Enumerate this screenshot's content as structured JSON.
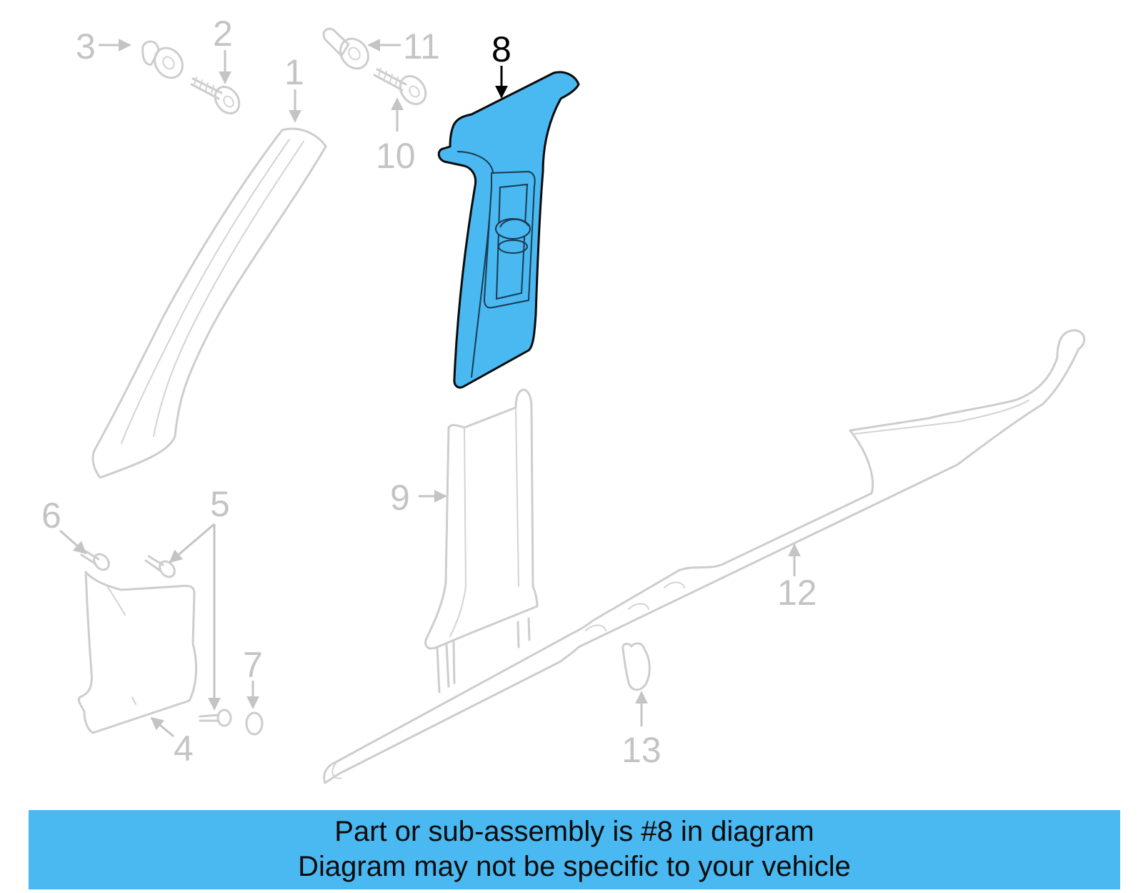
{
  "diagram": {
    "highlight_color": "#4ab8f1",
    "ghost_color": "#cdcdcd",
    "highlighted_part": "8",
    "callouts": {
      "c1": "1",
      "c2": "2",
      "c3": "3",
      "c4": "4",
      "c5": "5",
      "c6": "6",
      "c7": "7",
      "c8": "8",
      "c9": "9",
      "c10": "10",
      "c11": "11",
      "c12": "12",
      "c13": "13"
    }
  },
  "banner": {
    "line1": "Part or sub-assembly is #8 in diagram",
    "line2": "Diagram may not be specific to your vehicle",
    "background": "#4ab8f1"
  }
}
